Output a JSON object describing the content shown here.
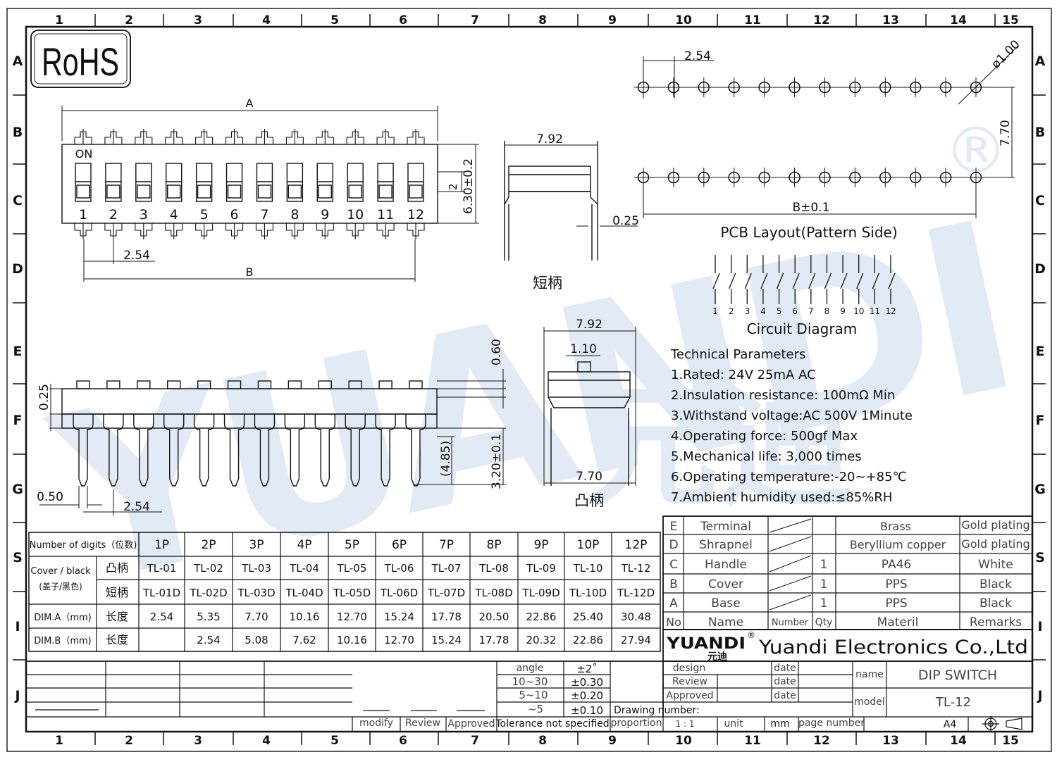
{
  "frame": {
    "col_labels": [
      "1",
      "2",
      "3",
      "4",
      "5",
      "6",
      "7",
      "8",
      "9",
      "10",
      "11",
      "12",
      "13",
      "14",
      "15"
    ],
    "row_labels": [
      "A",
      "B",
      "C",
      "D",
      "E",
      "F",
      "G",
      "S",
      "I",
      "J"
    ]
  },
  "rohs_label": "RoHS",
  "watermark": {
    "text": "YUANDI",
    "reg": "®",
    "chinese": "元迪"
  },
  "top_view": {
    "dim_a": "A",
    "dim_b": "B",
    "pitch": "2.54",
    "on_label": "ON",
    "switch_numbers": [
      "1",
      "2",
      "3",
      "4",
      "5",
      "6",
      "7",
      "8",
      "9",
      "10",
      "11",
      "12"
    ],
    "dim_height": "6.30±0.2",
    "dim_2": "2"
  },
  "short_handle_view": {
    "width": "7.92",
    "lead": "0.25",
    "caption": "短柄"
  },
  "pcb_layout": {
    "pitch": "2.54",
    "hole": "ø1.00",
    "row_spacing": "7.70",
    "dim_b": "B±0.1",
    "caption": "PCB  Layout(Pattern  Side)"
  },
  "circuit": {
    "numbers": [
      "1",
      "2",
      "3",
      "4",
      "5",
      "6",
      "7",
      "8",
      "9",
      "10",
      "11",
      "12"
    ],
    "caption": "Circuit  Diagram"
  },
  "side_view": {
    "d_025": "0.25",
    "d_060": "0.60",
    "d_485": "(4.85)",
    "d_320": "3.20±0.1",
    "d_050": "0.50",
    "pitch": "2.54"
  },
  "raised_handle_view": {
    "width_top": "7.92",
    "knob": "1.10",
    "width_bottom": "7.70",
    "caption": "凸柄"
  },
  "tech_params": {
    "title": "Technical Parameters",
    "items": [
      "1.Rated: 24V 25mA  AC",
      "2.Insulation resistance: 100mΩ Min",
      "3.Withstand voltage:AC 500V 1Minute",
      "4.Operating force: 500gf Max",
      "5.Mechanical life: 3,000 times",
      "6.Operating temperature:-20~+85℃",
      "7.Ambient humidity used:≤85%RH"
    ]
  },
  "dim_table": {
    "header_label": "Number of digits（位数)",
    "columns": [
      "1P",
      "2P",
      "3P",
      "4P",
      "5P",
      "6P",
      "7P",
      "8P",
      "9P",
      "10P",
      "12P"
    ],
    "rows": [
      {
        "label": "Cover / black",
        "sub": "凸柄",
        "values": [
          "TL-01",
          "TL-02",
          "TL-03",
          "TL-04",
          "TL-05",
          "TL-06",
          "TL-07",
          "TL-08",
          "TL-09",
          "TL-10",
          "TL-12"
        ]
      },
      {
        "label": "(盖子/黑色)",
        "sub": "短柄",
        "values": [
          "TL-01D",
          "TL-02D",
          "TL-03D",
          "TL-04D",
          "TL-05D",
          "TL-06D",
          "TL-07D",
          "TL-08D",
          "TL-09D",
          "TL-10D",
          "TL-12D"
        ]
      },
      {
        "label": "DIM.A（mm)",
        "sub": "长度",
        "values": [
          "2.54",
          "5.35",
          "7.70",
          "10.16",
          "12.70",
          "15.24",
          "17.78",
          "20.50",
          "22.86",
          "25.40",
          "30.48"
        ]
      },
      {
        "label": "DIM.B（mm)",
        "sub": "长度",
        "values": [
          "",
          "2.54",
          "5.08",
          "7.62",
          "10.16",
          "12.70",
          "15.24",
          "17.78",
          "20.32",
          "22.86",
          "27.94"
        ]
      }
    ]
  },
  "parts": {
    "rows": [
      {
        "id": "E",
        "name": "Terminal",
        "qty": "",
        "material": "Brass",
        "remarks": "Gold plating"
      },
      {
        "id": "D",
        "name": "Shrapnel",
        "qty": "",
        "material": "Beryllium copper",
        "remarks": "Gold plating"
      },
      {
        "id": "C",
        "name": "Handle",
        "qty": "1",
        "material": "PA46",
        "remarks": "White"
      },
      {
        "id": "B",
        "name": "Cover",
        "qty": "1",
        "material": "PPS",
        "remarks": "Black"
      },
      {
        "id": "A",
        "name": "Base",
        "qty": "1",
        "material": "PPS",
        "remarks": "Black"
      }
    ],
    "header": {
      "no": "No",
      "name": "Name",
      "number": "Number",
      "qty": "Qty",
      "material": "Materil",
      "remarks": "Remarks"
    }
  },
  "company": {
    "logo": "YUANDI",
    "logo_reg": "®",
    "logo_cn": "元迪",
    "name": "Yuandi Electronics Co.,Ltd"
  },
  "title_block": {
    "design": "design",
    "review": "Review",
    "approved": "Approved",
    "date": "date",
    "name_label": "name",
    "name_value": "DIP SWITCH",
    "model_label": "model",
    "model_value": "TL-12",
    "drawing_number": "Drawing number:",
    "proportion": "proportion",
    "scale": "1 : 1",
    "unit": "unit",
    "mm": "mm",
    "page_number": "page number",
    "paper": "A4"
  },
  "tolerance": {
    "rows": [
      {
        "range": "angle",
        "tol": "±2˚"
      },
      {
        "range": "10~30",
        "tol": "±0.30"
      },
      {
        "range": "5~10",
        "tol": "±0.20"
      },
      {
        "range": "~5",
        "tol": "±0.10"
      }
    ],
    "modify": "modify",
    "review": "Review",
    "approved": "Approved",
    "not_specified": "Tolerance not specified"
  }
}
